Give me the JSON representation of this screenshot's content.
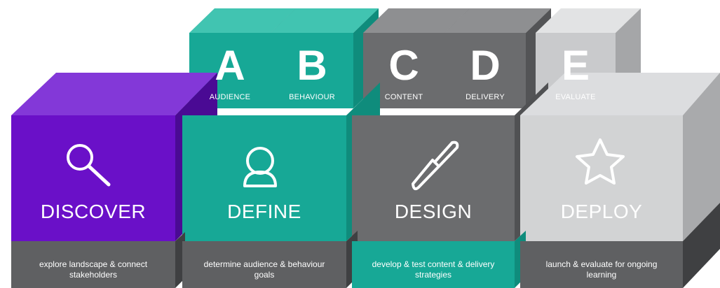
{
  "colors": {
    "purple": "#6a10c8",
    "teal": "#17a896",
    "gray": "#6b6c6e",
    "light": "#d2d3d4",
    "dark_base": "#5f6062"
  },
  "letters": [
    {
      "letter": "A",
      "caption": "AUDIENCE"
    },
    {
      "letter": "B",
      "caption": "BEHAVIOUR"
    },
    {
      "letter": "C",
      "caption": "CONTENT"
    },
    {
      "letter": "D",
      "caption": "DELIVERY"
    },
    {
      "letter": "E",
      "caption": "EVALUATE"
    }
  ],
  "phases": [
    {
      "title": "DISCOVER",
      "icon": "magnifier-icon",
      "description": "explore landscape & connect stakeholders"
    },
    {
      "title": "DEFINE",
      "icon": "person-icon",
      "description": "determine audience & behaviour goals"
    },
    {
      "title": "DESIGN",
      "icon": "paintbrush-icon",
      "description": "develop & test content & delivery strategies"
    },
    {
      "title": "DEPLOY",
      "icon": "star-icon",
      "description": "launch & evaluate for ongoing learning"
    }
  ]
}
